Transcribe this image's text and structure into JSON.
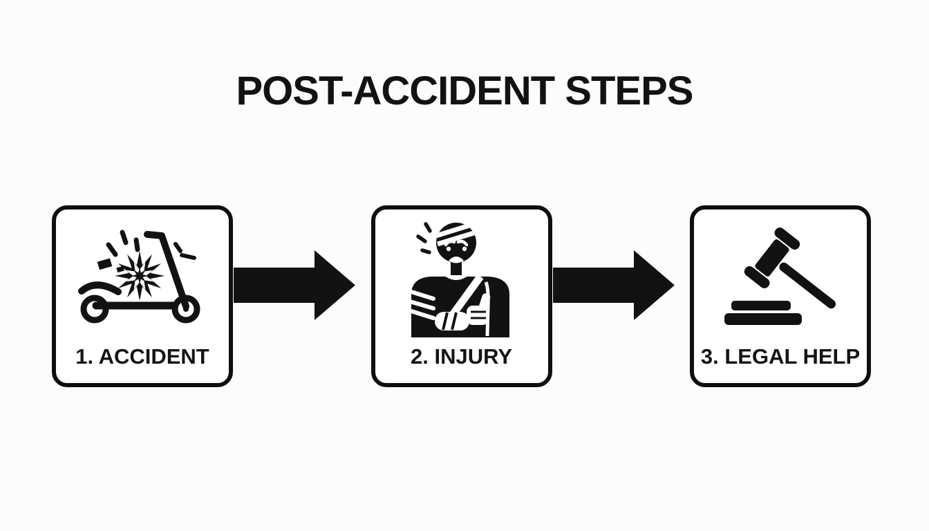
{
  "title": "POST-ACCIDENT STEPS",
  "steps": [
    {
      "label": "1. ACCIDENT",
      "icon": "scooter-crash-icon"
    },
    {
      "label": "2. INJURY",
      "icon": "injured-person-icon"
    },
    {
      "label": "3. LEGAL HELP",
      "icon": "gavel-icon"
    }
  ],
  "connectors": [
    {
      "icon": "arrow-right-icon"
    },
    {
      "icon": "arrow-right-icon"
    }
  ],
  "colors": {
    "background": "#fcfcfc",
    "ink": "#121212",
    "card_fill": "#ffffff",
    "card_border": "#0f0f0f"
  }
}
